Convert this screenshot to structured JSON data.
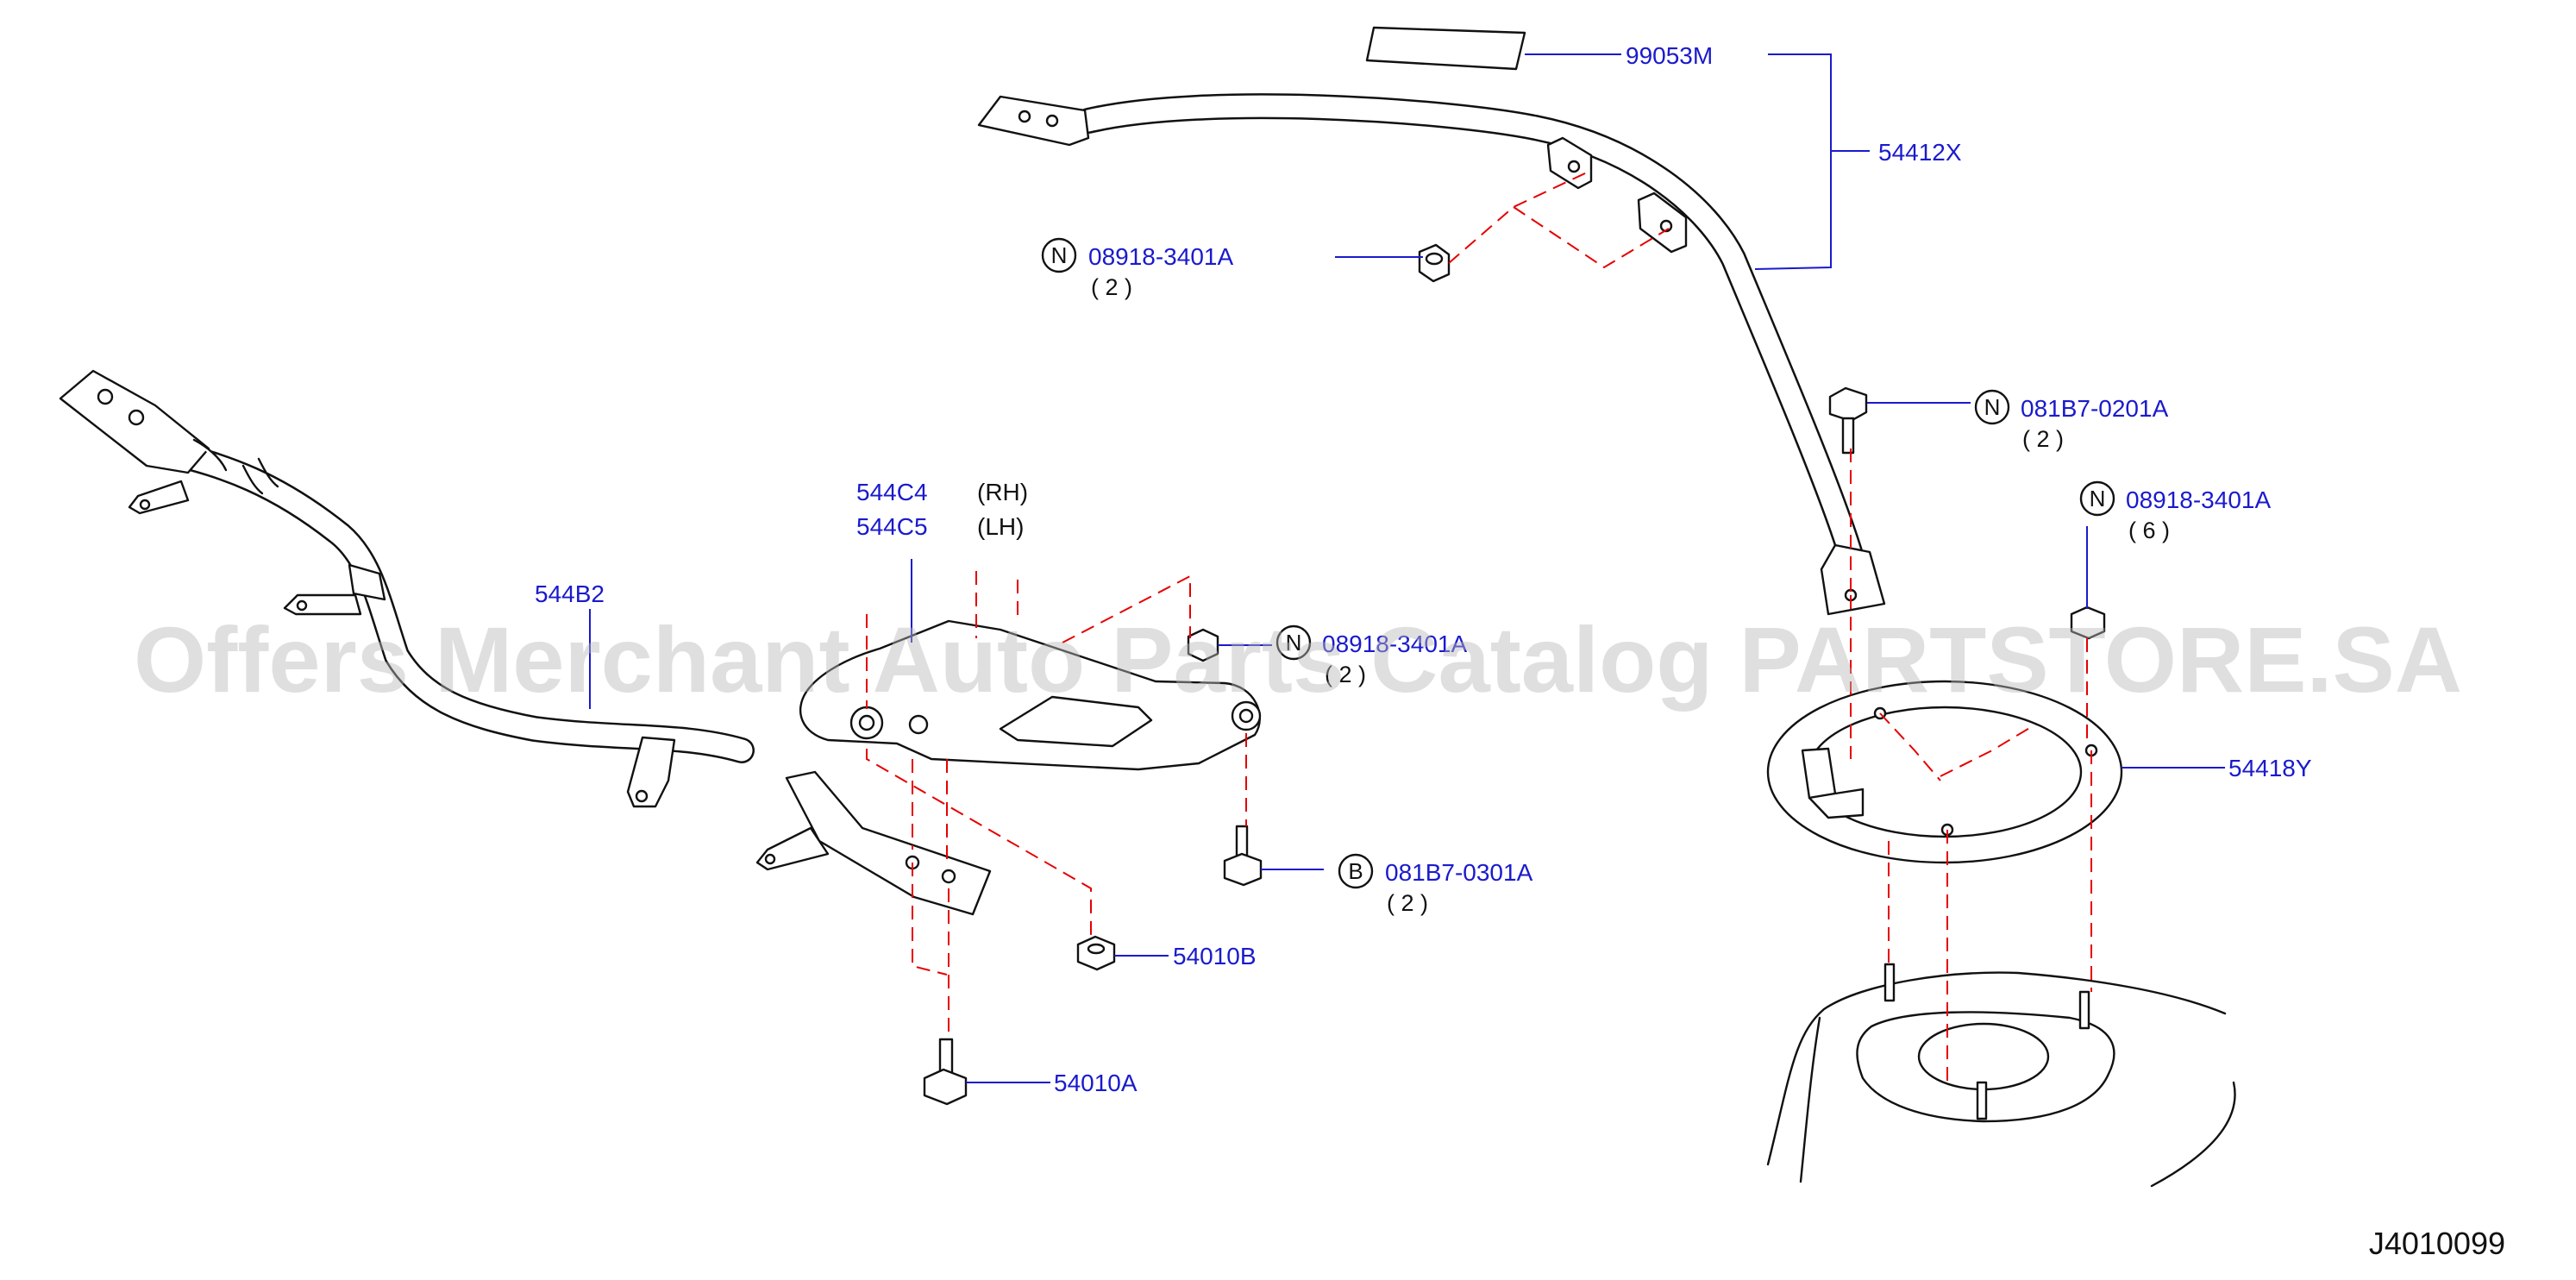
{
  "diagram": {
    "callouts": {
      "p99053m": {
        "part": "99053M"
      },
      "p54412x": {
        "part": "54412X"
      },
      "p08918_top": {
        "marker": "N",
        "part": "08918-3401A",
        "qty": "( 2 )"
      },
      "p081b7_0201": {
        "marker": "N",
        "part": "081B7-0201A",
        "qty": "( 2 )"
      },
      "p08918_right": {
        "marker": "N",
        "part": "08918-3401A",
        "qty": "( 6 )"
      },
      "p544c4": {
        "part": "544C4",
        "side": "(RH)"
      },
      "p544c5": {
        "part": "544C5",
        "side": "(LH)"
      },
      "p544b2": {
        "part": "544B2"
      },
      "p08918_mid": {
        "marker": "N",
        "part": "08918-3401A",
        "qty": "( 2 )"
      },
      "p54418y": {
        "part": "54418Y"
      },
      "p081b7_0301": {
        "marker": "B",
        "part": "081B7-0301A",
        "qty": "( 2 )"
      },
      "p54010b": {
        "part": "54010B"
      },
      "p54010a": {
        "part": "54010A"
      }
    },
    "diagram_code": "J4010099",
    "watermark": "Offers Merchant Auto Parts Catalog PARTSTORE.SA"
  }
}
